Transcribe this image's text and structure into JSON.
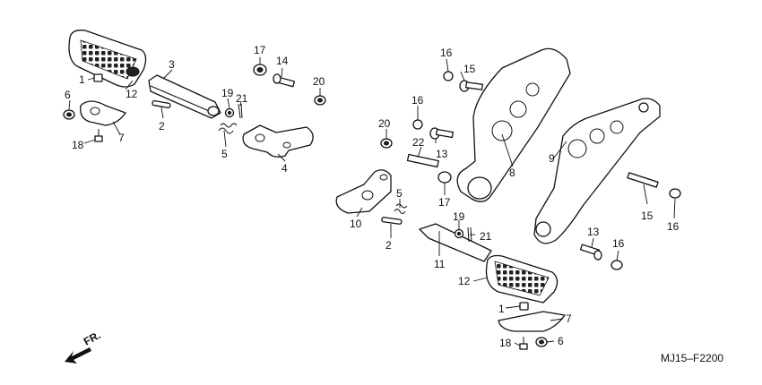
{
  "diagram": {
    "code": "MJ15–F2200",
    "direction_label": "FR.",
    "callouts": {
      "c1a": "1",
      "c1b": "1",
      "c2a": "2",
      "c2b": "2",
      "c3": "3",
      "c4": "4",
      "c5a": "5",
      "c5b": "5",
      "c6a": "6",
      "c6b": "6",
      "c7a": "7",
      "c7b": "7",
      "c8": "8",
      "c9": "9",
      "c10": "10",
      "c11": "11",
      "c12a": "12",
      "c12b": "12",
      "c13a": "13",
      "c13b": "13",
      "c14": "14",
      "c15a": "15",
      "c15b": "15",
      "c16a": "16",
      "c16b": "16",
      "c16c": "16",
      "c16d": "16",
      "c17a": "17",
      "c17b": "17",
      "c18a": "18",
      "c18b": "18",
      "c19a": "19",
      "c19b": "19",
      "c20a": "20",
      "c20b": "20",
      "c21a": "21",
      "c21b": "21",
      "c22": "22"
    }
  }
}
